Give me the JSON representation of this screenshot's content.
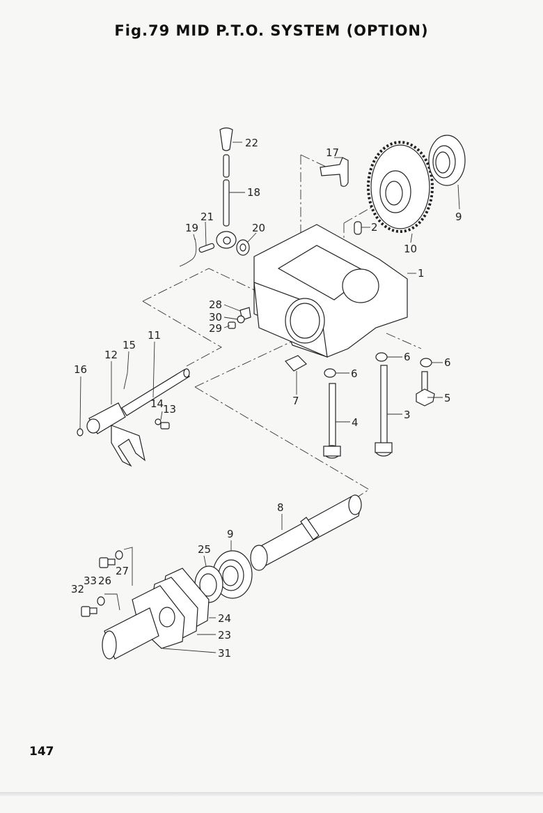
{
  "title": "Fig.79  MID P.T.O. SYSTEM (OPTION)",
  "page_number": "147",
  "callouts": {
    "c1": "1",
    "c2": "2",
    "c3": "3",
    "c4": "4",
    "c5": "5",
    "c6a": "6",
    "c6b": "6",
    "c6c": "6",
    "c7": "7",
    "c8": "8",
    "c9a": "9",
    "c9b": "9",
    "c10": "10",
    "c11": "11",
    "c12": "12",
    "c13": "13",
    "c14": "14",
    "c15": "15",
    "c16": "16",
    "c17": "17",
    "c18": "18",
    "c19": "19",
    "c20": "20",
    "c21": "21",
    "c22": "22",
    "c23": "23",
    "c24": "24",
    "c25": "25",
    "c26": "26",
    "c27": "27",
    "c28": "28",
    "c29": "29",
    "c30": "30",
    "c31": "31",
    "c32": "32",
    "c33": "33"
  }
}
